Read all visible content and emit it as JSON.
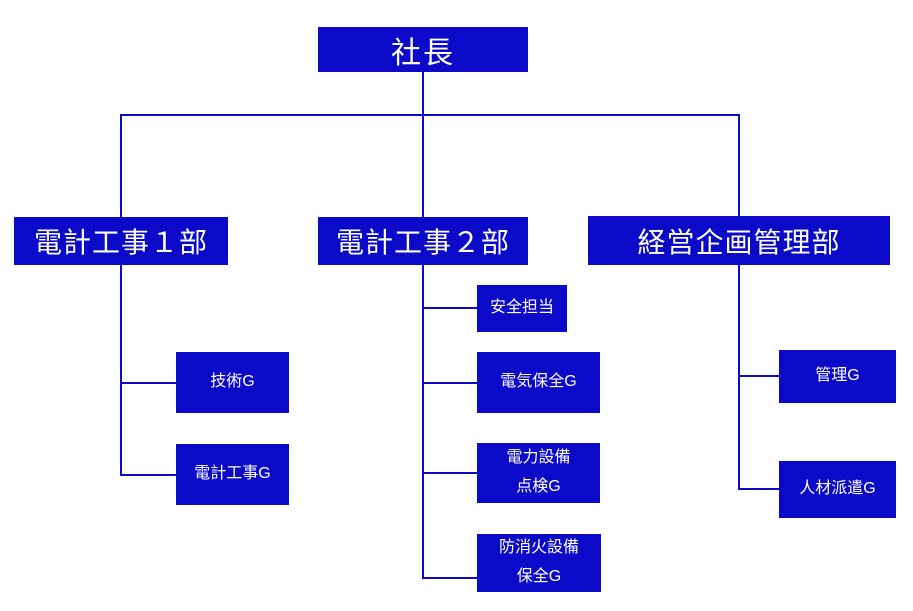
{
  "chart": {
    "root": {
      "label": "社長"
    },
    "departments": [
      {
        "label": "電計工事１部"
      },
      {
        "label": "電計工事２部"
      },
      {
        "label": "経営企画管理部"
      }
    ],
    "groups": {
      "dept1": [
        {
          "label": "技術G"
        },
        {
          "label": "電計工事G"
        }
      ],
      "dept2": [
        {
          "label": "安全担当"
        },
        {
          "label": "電気保全G"
        },
        {
          "label": "電力設備\n点検G"
        },
        {
          "label": "防消火設備\n保全G"
        }
      ],
      "dept3": [
        {
          "label": "管理G"
        },
        {
          "label": "人材派遣G"
        }
      ]
    }
  },
  "colors": {
    "node-bg": "#0a0ac8",
    "node-text": "#ffffff",
    "line": "#0a0ac8",
    "background": "#ffffff"
  }
}
